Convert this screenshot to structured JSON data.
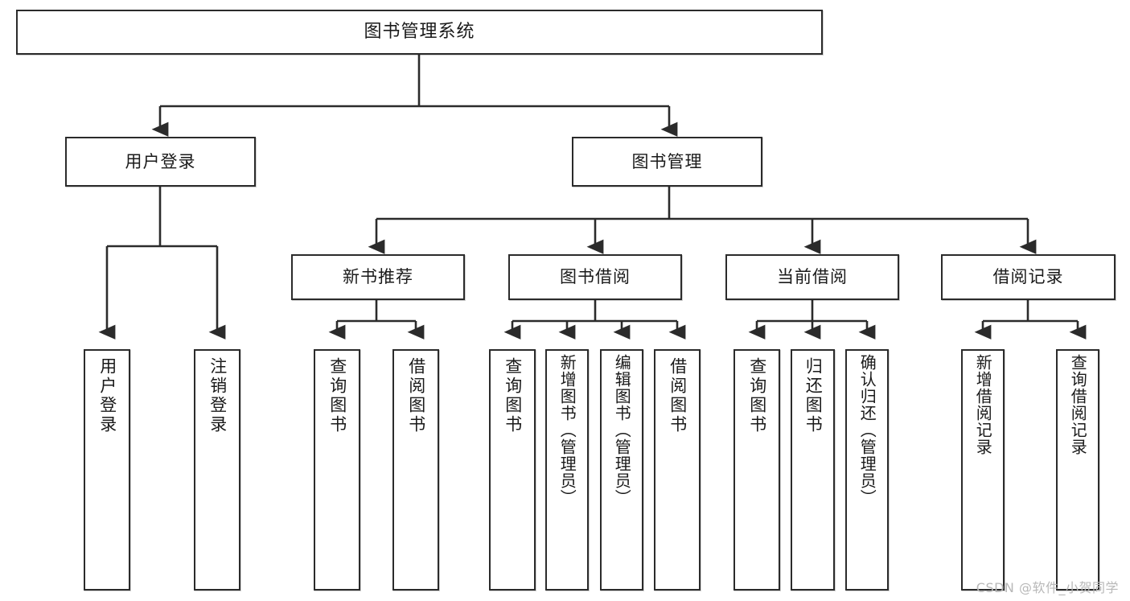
{
  "diagram": {
    "type": "tree-hierarchy",
    "title": "图书管理系统",
    "orientation": "top-down",
    "colors": {
      "box_border": "#2b2b2b",
      "box_fill": "#ffffff",
      "connector": "#2b2b2b",
      "text": "#1a1a1a",
      "watermark": "#b8b8b8"
    },
    "watermark": "CSDN @软件_小贺同学",
    "nodes": {
      "root": {
        "label": "图书管理系统"
      },
      "level2": [
        {
          "label": "用户登录"
        },
        {
          "label": "图书管理"
        }
      ],
      "level3": [
        {
          "label": "新书推荐"
        },
        {
          "label": "图书借阅"
        },
        {
          "label": "当前借阅"
        },
        {
          "label": "借阅记录"
        }
      ],
      "leaves": {
        "user_login": [
          {
            "label": "用户登录"
          },
          {
            "label": "注销登录"
          }
        ],
        "new_book_recommend": [
          {
            "label": "查询图书"
          },
          {
            "label": "借阅图书"
          }
        ],
        "book_borrow": [
          {
            "label": "查询图书"
          },
          {
            "label": "新增图书（管理员）"
          },
          {
            "label": "编辑图书（管理员）"
          },
          {
            "label": "借阅图书"
          }
        ],
        "current_borrow": [
          {
            "label": "查询图书"
          },
          {
            "label": "归还图书"
          },
          {
            "label": "确认归还（管理员）"
          }
        ],
        "borrow_record": [
          {
            "label": "新增借阅记录"
          },
          {
            "label": "查询借阅记录"
          }
        ]
      }
    }
  }
}
